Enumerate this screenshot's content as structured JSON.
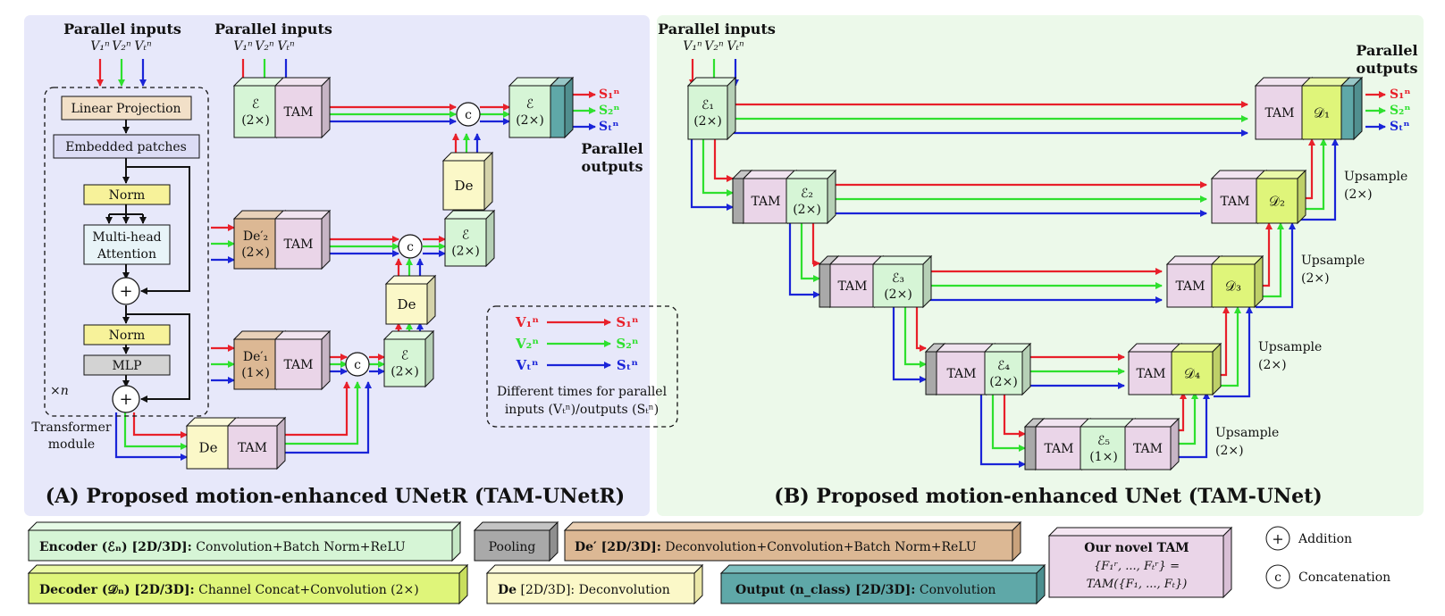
{
  "panelA": {
    "caption": "(A) Proposed motion-enhanced UNetR (TAM-UNetR)",
    "parallel_inputs_label": "Parallel inputs",
    "parallel_outputs_label": [
      "Parallel",
      "outputs"
    ],
    "transformer": {
      "linear_projection": "Linear Projection",
      "embedded_patches": "Embedded patches",
      "norm": "Norm",
      "attention": [
        "Multi-head",
        "Attention"
      ],
      "mlp": "MLP",
      "repeat": "×n",
      "module_label": [
        "Transformer",
        "module"
      ]
    },
    "blocks": {
      "tam": "TAM",
      "encoder": "ℰ",
      "enc2x": "(2×)",
      "de": "De",
      "de2": "De′₂",
      "de1": "De′₁",
      "times2": "(2×)",
      "times1": "(1×)",
      "concat": "c",
      "add": "+"
    },
    "legend_box": {
      "v1": "V₁ⁿ",
      "v2": "V₂ⁿ",
      "vt": "Vₜⁿ",
      "s1": "S₁ⁿ",
      "s2": "S₂ⁿ",
      "st": "Sₜⁿ",
      "note": [
        "Different times for parallel",
        "inputs (Vₜⁿ)/outputs (Sₜⁿ)"
      ]
    },
    "input_symbols": [
      "V₁ⁿ",
      "V₂ⁿ",
      "Vₜⁿ"
    ],
    "output_symbols": [
      "S₁ⁿ",
      "S₂ⁿ",
      "Sₜⁿ"
    ]
  },
  "panelB": {
    "caption": "(B) Proposed motion-enhanced UNet (TAM-UNet)",
    "parallel_inputs_label": "Parallel inputs",
    "parallel_outputs_label": [
      "Parallel",
      "outputs"
    ],
    "tam": "TAM",
    "encoders": [
      "ℰ₁",
      "ℰ₂",
      "ℰ₃",
      "ℰ₄",
      "ℰ₅"
    ],
    "encoder_mult": [
      "(2×)",
      "(2×)",
      "(2×)",
      "(2×)",
      "(1×)"
    ],
    "decoders": [
      "𝒟₁",
      "𝒟₂",
      "𝒟₃",
      "𝒟₄"
    ],
    "upsample": [
      "Upsample",
      "(2×)"
    ]
  },
  "legend": {
    "encoder": {
      "bold": "Encoder (ℰₙ) [2D/3D]:",
      "rest": " Convolution+Batch Norm+ReLU"
    },
    "pooling": "Pooling",
    "deconv": {
      "bold": "De′ [2D/3D]:",
      "rest": " Deconvolution+Convolution+Batch Norm+ReLU"
    },
    "tam_title": "Our novel TAM",
    "tam_formula": [
      "{F₁ʳ, ..., Fₜʳ}  =",
      "TAM({F₁, ..., Fₜ})"
    ],
    "addition": "Addition",
    "concatenation": "Concatenation",
    "decoder": {
      "bold": "Decoder (𝒟ₙ) [2D/3D]:",
      "rest": " Channel Concat+Convolution (2×)"
    },
    "de": {
      "bold": "De",
      "rest": " [2D/3D]: Deconvolution"
    },
    "output": {
      "bold": "Output (n_class) [2D/3D]:",
      "rest": " Convolution"
    }
  },
  "colors": {
    "panelA_bg": "#e7e8fa",
    "panelB_bg": "#ecf9ea",
    "encoder": "#d6f5d6",
    "tam": "#ead5e8",
    "decoder": "#dff57a",
    "de": "#fbf8c8",
    "deconv": "#dcb894",
    "pooling": "#a9a9a9",
    "output": "#5fa8a8",
    "norm": "#f7f29a",
    "linproj": "#f2e0c8",
    "embedded": "#dcdcf5",
    "attention": "#e8f4f8",
    "mlp": "#d3d3d3",
    "red": "#e8202a",
    "green": "#2ee02e",
    "blue": "#1a24d8"
  }
}
